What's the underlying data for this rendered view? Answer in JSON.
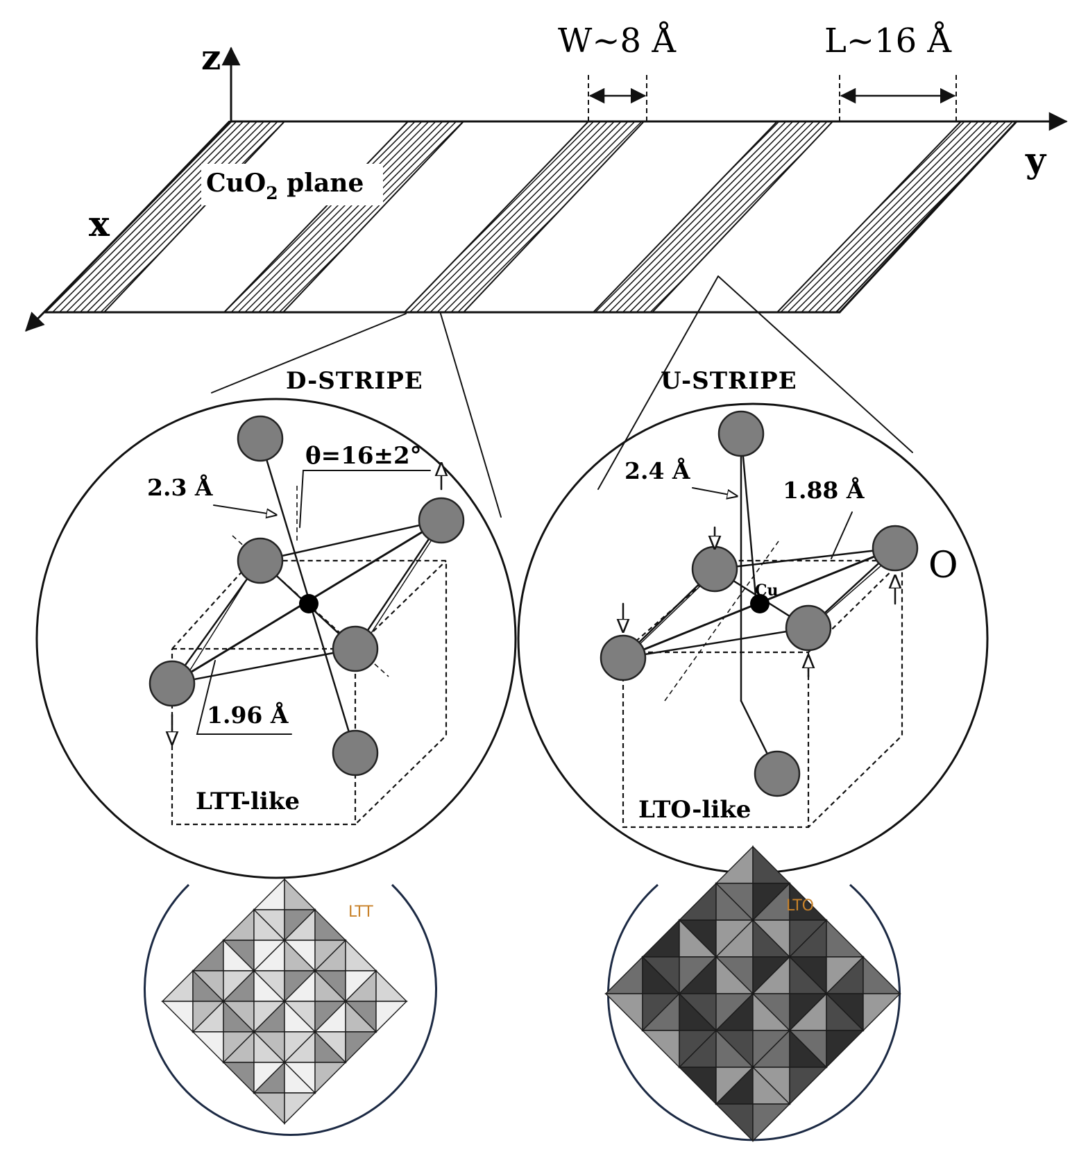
{
  "axes": {
    "z": "z",
    "y": "y",
    "x": "x"
  },
  "plane_label": {
    "main": "CuO",
    "sub": "2",
    "rest": " plane"
  },
  "dimensions": {
    "width": "W~8 Å",
    "length": "L~16 Å"
  },
  "d_stripe": {
    "title": "D-STRIPE",
    "bond_apical": "2.3  Å",
    "tilt": "θ=16±2°",
    "bond_plane": "1.96  Å",
    "phase": "LTT-like"
  },
  "u_stripe": {
    "title": "U-STRIPE",
    "bond_apical": "2.4  Å",
    "bond_plane": "1.88  Å",
    "cu_label": "Cu",
    "o_label": "O",
    "phase": "LTO-like"
  },
  "octahedra": {
    "left_label": "LTT",
    "right_label": "LTO",
    "label_color": "#c8822a",
    "circle_color": "#1c2a44"
  }
}
